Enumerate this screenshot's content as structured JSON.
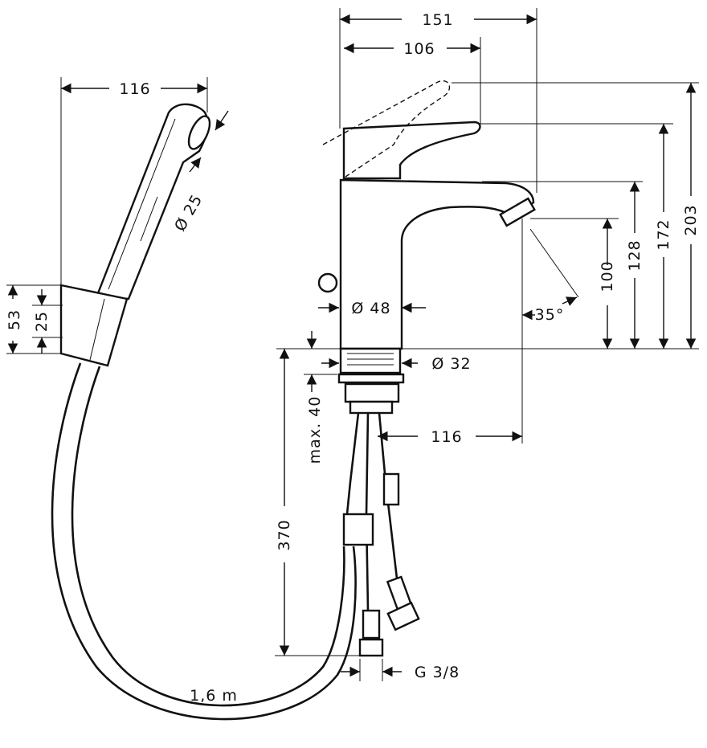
{
  "dimensions": {
    "overall_depth": "151",
    "lever_reach": "106",
    "handshower_width": "116",
    "handshower_diameter": "Ø 25",
    "holder_height": "53",
    "holder_inner": "25",
    "body_diameter": "Ø 48",
    "base_diameter": "Ø 32",
    "spout_projection": "116",
    "max_thickness": "max. 40",
    "hose_length_supply": "370",
    "connection": "G 3/8",
    "hose_length": "1,6 m",
    "spray_angle": "35°",
    "height_spout": "100",
    "height_body": "128",
    "height_lever": "172",
    "height_lever_open": "203"
  }
}
